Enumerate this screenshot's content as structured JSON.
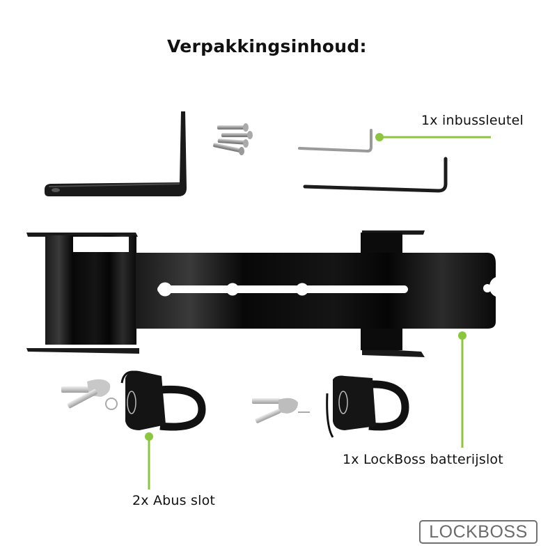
{
  "title": "Verpakkingsinhoud:",
  "callouts": {
    "allen_key": "1x inbussleutel",
    "battery_lock": "1x LockBoss batterijslot",
    "abus_locks": "2x Abus slot"
  },
  "brand_logo": "LOCKBOSS",
  "colors": {
    "accent": "#8cc63f",
    "metal_black": "#0d0d0d",
    "logo_gray": "#6a6a6a"
  },
  "items": [
    {
      "name": "L-bracket",
      "icon": "l-bracket-icon"
    },
    {
      "name": "screws",
      "count": 4,
      "icon": "screw-icon"
    },
    {
      "name": "allen keys",
      "count": 2,
      "icon": "allen-key-icon"
    },
    {
      "name": "battery lock bracket",
      "icon": "bracket-icon"
    },
    {
      "name": "Abus padlock with keys",
      "count": 2,
      "icon": "padlock-icon"
    }
  ],
  "padlock_brand": "ABUS"
}
